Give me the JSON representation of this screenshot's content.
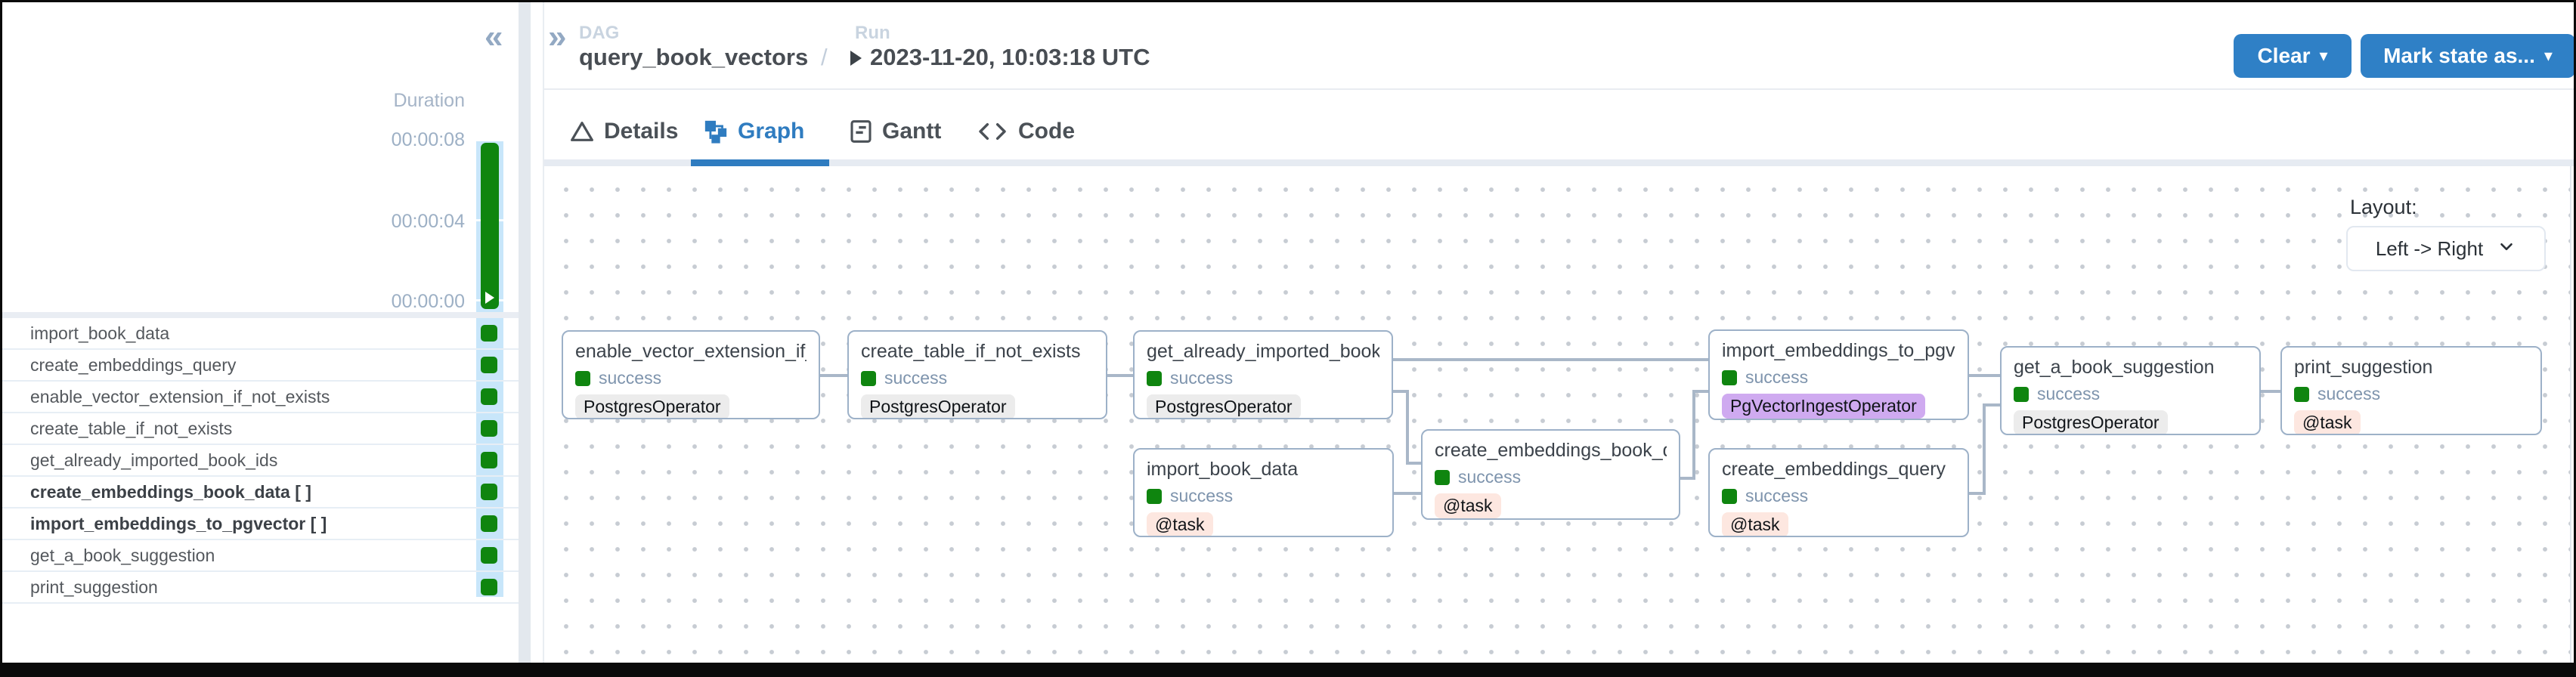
{
  "header": {
    "expand_icon": "»",
    "breadcrumb": {
      "dag_label": "DAG",
      "dag_name": "query_book_vectors",
      "separator": "/",
      "run_label": "Run",
      "run_value": "2023-11-20, 10:03:18 UTC"
    },
    "actions": {
      "clear_label": "Clear",
      "mark_state_label": "Mark state as...",
      "caret_icon": "▾"
    }
  },
  "tabs": {
    "items": [
      {
        "label": "Details",
        "active": false
      },
      {
        "label": "Graph",
        "active": true
      },
      {
        "label": "Gantt",
        "active": false
      },
      {
        "label": "Code",
        "active": false
      }
    ]
  },
  "sidebar": {
    "collapse_icon": "«",
    "duration": {
      "label": "Duration",
      "ticks": [
        "00:00:08",
        "00:00:04",
        "00:00:00"
      ],
      "run_bar_state": "success"
    },
    "tasks": [
      {
        "label": "import_book_data",
        "state": "success",
        "mapped": false
      },
      {
        "label": "create_embeddings_query",
        "state": "success",
        "mapped": false
      },
      {
        "label": "enable_vector_extension_if_not_exists",
        "state": "success",
        "mapped": false
      },
      {
        "label": "create_table_if_not_exists",
        "state": "success",
        "mapped": false
      },
      {
        "label": "get_already_imported_book_ids",
        "state": "success",
        "mapped": false
      },
      {
        "label": "create_embeddings_book_data [ ]",
        "state": "success",
        "mapped": true
      },
      {
        "label": "import_embeddings_to_pgvector [ ]",
        "state": "success",
        "mapped": true
      },
      {
        "label": "get_a_book_suggestion",
        "state": "success",
        "mapped": false
      },
      {
        "label": "print_suggestion",
        "state": "success",
        "mapped": false
      }
    ]
  },
  "graph": {
    "layout_label": "Layout:",
    "layout_value": "Left -> Right",
    "nodes": [
      {
        "title": "enable_vector_extension_if_n...",
        "state": "success",
        "operator": "PostgresOperator"
      },
      {
        "title": "create_table_if_not_exists",
        "state": "success",
        "operator": "PostgresOperator"
      },
      {
        "title": "get_already_imported_book_ids",
        "state": "success",
        "operator": "PostgresOperator"
      },
      {
        "title": "import_book_data",
        "state": "success",
        "operator": "@task"
      },
      {
        "title": "create_embeddings_book_da...",
        "state": "success",
        "operator": "@task"
      },
      {
        "title": "import_embeddings_to_pgve...",
        "state": "success",
        "operator": "PgVectorIngestOperator"
      },
      {
        "title": "create_embeddings_query",
        "state": "success",
        "operator": "@task"
      },
      {
        "title": "get_a_book_suggestion",
        "state": "success",
        "operator": "PostgresOperator"
      },
      {
        "title": "print_suggestion",
        "state": "success",
        "operator": "@task"
      }
    ]
  },
  "colors": {
    "accent_blue": "#2f80c6",
    "success_green": "#0f850f",
    "selected_column_blue": "#c8e6fa",
    "node_border": "#9db1c8",
    "edge_gray": "#a9b7c8",
    "badge_gray_bg": "#ececec",
    "badge_task_bg": "#fde7e0",
    "badge_pgvector_bg": "#cfaaf0"
  }
}
